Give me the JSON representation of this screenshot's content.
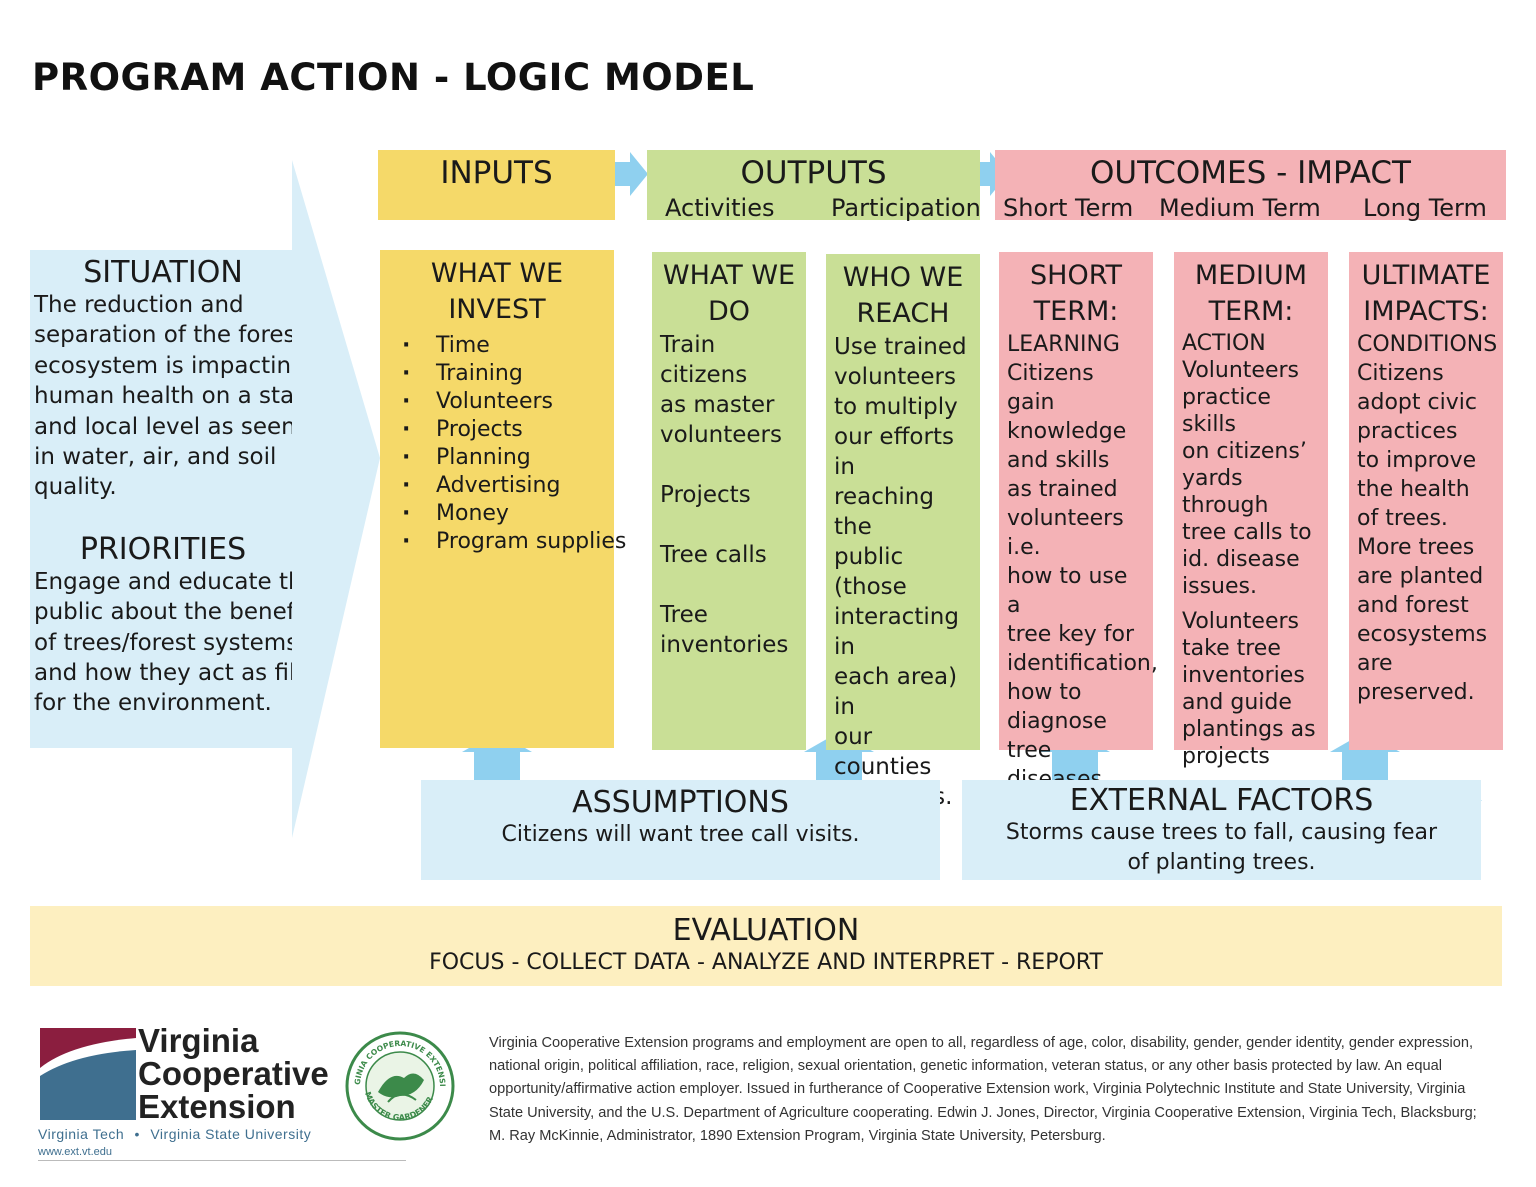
{
  "title": "PROGRAM ACTION - LOGIC MODEL",
  "headers": {
    "inputs": "INPUTS",
    "outputs": "OUTPUTS",
    "outputs_sub1": "Activities",
    "outputs_sub2": "Participation",
    "outcomes": "OUTCOMES - IMPACT",
    "outcomes_sub1": "Short Term",
    "outcomes_sub2": "Medium Term",
    "outcomes_sub3": "Long Term"
  },
  "situation": {
    "heading": "SITUATION",
    "lines": [
      "The reduction and",
      "separation of the forest",
      "ecosystem is impacting",
      "human health on a state",
      "and local level as seen",
      "in water, air, and soil",
      "quality."
    ],
    "priorities_heading": "PRIORITIES",
    "priorities_lines": [
      "Engage and educate the",
      "public about the benefit",
      "of trees/forest systems",
      "and how they act as filte",
      "for the environment."
    ]
  },
  "invest": {
    "heading": "WHAT WE INVEST",
    "items": [
      "Time",
      "Training",
      "Volunteers",
      "Projects",
      "Planning",
      "Advertising",
      "Money",
      "Program supplies"
    ]
  },
  "do": {
    "heading": "WHAT WE DO",
    "item1": "Train citizens\nas master\nvolunteers",
    "item2": "Projects",
    "item3": "Tree calls",
    "item4": "Tree\ninventories"
  },
  "reach": {
    "heading": "WHO WE REACH",
    "text": "Use trained\nvolunteers\nto multiply\nour efforts in\nreaching the\npublic (those\ninteracting in\neach area) in\nour counties\nand cities."
  },
  "short": {
    "heading": "SHORT TERM:",
    "text": "LEARNING\nCitizens gain\nknowledge\nand skills\nas trained\nvolunteers i.e.\nhow to use a\ntree key for\nidentification,\nhow to\ndiagnose tree\ndiseases"
  },
  "medium": {
    "heading": "MEDIUM TERM:",
    "text1": "ACTION\nVolunteers\npractice skills\non citizens’\nyards through\ntree calls to\nid. disease\nissues.",
    "text2": "Volunteers\ntake tree\ninventories\nand guide\nplantings as\nprojects"
  },
  "ultimate": {
    "heading": "ULTIMATE IMPACTS:",
    "text": "CONDITIONS\nCitizens\nadopt civic\npractices\nto improve\nthe health\nof trees.\nMore trees\nare planted\nand forest\necosystems\nare\npreserved."
  },
  "assumptions": {
    "heading": "ASSUMPTIONS",
    "text": "Citizens will want tree call visits."
  },
  "external": {
    "heading": "EXTERNAL FACTORS",
    "text": "Storms cause trees to fall, causing fear of planting trees."
  },
  "evaluation": {
    "heading": "EVALUATION",
    "text": "FOCUS - COLLECT DATA - ANALYZE AND INTERPRET - REPORT"
  },
  "footer": {
    "logo_line1": "Virginia",
    "logo_line2": "Cooperative",
    "logo_line3": "Extension",
    "logo_sub_left": "Virginia Tech",
    "logo_sub_dot": "•",
    "logo_sub_right": "Virginia State University",
    "logo_url": "www.ext.vt.edu",
    "seal_top": "VIRGINIA COOPERATIVE EXTENSION",
    "seal_bottom": "MASTER GARDENERS",
    "disclaimer": "Virginia Cooperative Extension programs and employment are open to all, regardless of age, color, disability, gender, gender identity, gender expression, national origin, political affiliation, race, religion, sexual orientation, genetic information, veteran status, or any other basis protected by law. An equal opportunity/affirmative action employer. Issued in furtherance of Cooperative Extension work, Virginia Polytechnic Institute and State University, Virginia State University, and the U.S. Department of Agriculture cooperating. Edwin J. Jones, Director, Virginia Cooperative Extension, Virginia Tech, Blacksburg; M. Ray McKinnie, Administrator, 1890 Extension Program, Virginia State University, Petersburg."
  },
  "colors": {
    "inputs": "#f5d969",
    "outputs": "#c9df96",
    "outcomes": "#f4b2b6",
    "situation": "#d9eef8",
    "arrows": "#8fd0ef",
    "evaluation": "#fdefc0",
    "vce_maroon": "#8b1e3f",
    "vce_blue": "#3f6f8f",
    "seal_green": "#3c8a4a"
  }
}
